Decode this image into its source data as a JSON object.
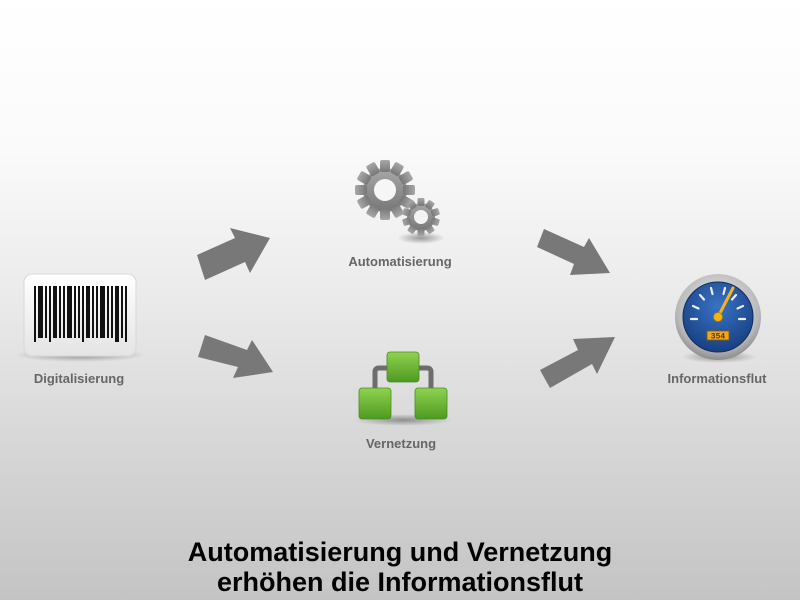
{
  "diagram": {
    "nodes": [
      {
        "id": "digitalisierung",
        "label": "Digitalisierung",
        "icon": "barcode-icon"
      },
      {
        "id": "automatisierung",
        "label": "Automatisierung",
        "icon": "gears-icon"
      },
      {
        "id": "vernetzung",
        "label": "Vernetzung",
        "icon": "network-hierarchy-icon"
      },
      {
        "id": "informationsflut",
        "label": "Informationsflut",
        "icon": "speedometer-gauge-icon"
      }
    ],
    "edges": [
      {
        "from": "digitalisierung",
        "to": "automatisierung"
      },
      {
        "from": "digitalisierung",
        "to": "vernetzung"
      },
      {
        "from": "automatisierung",
        "to": "informationsflut"
      },
      {
        "from": "vernetzung",
        "to": "informationsflut"
      }
    ],
    "gauge_display": "354",
    "caption_line1": "Automatisierung und Vernetzung",
    "caption_line2": "erhöhen die Informationsflut"
  },
  "colors": {
    "arrow": "#7a7a7a",
    "label": "#666666",
    "gear": "#8a8a8a",
    "network_green": "#6fb33a",
    "gauge_blue": "#1f4e94",
    "gauge_needle": "#f2b418"
  }
}
